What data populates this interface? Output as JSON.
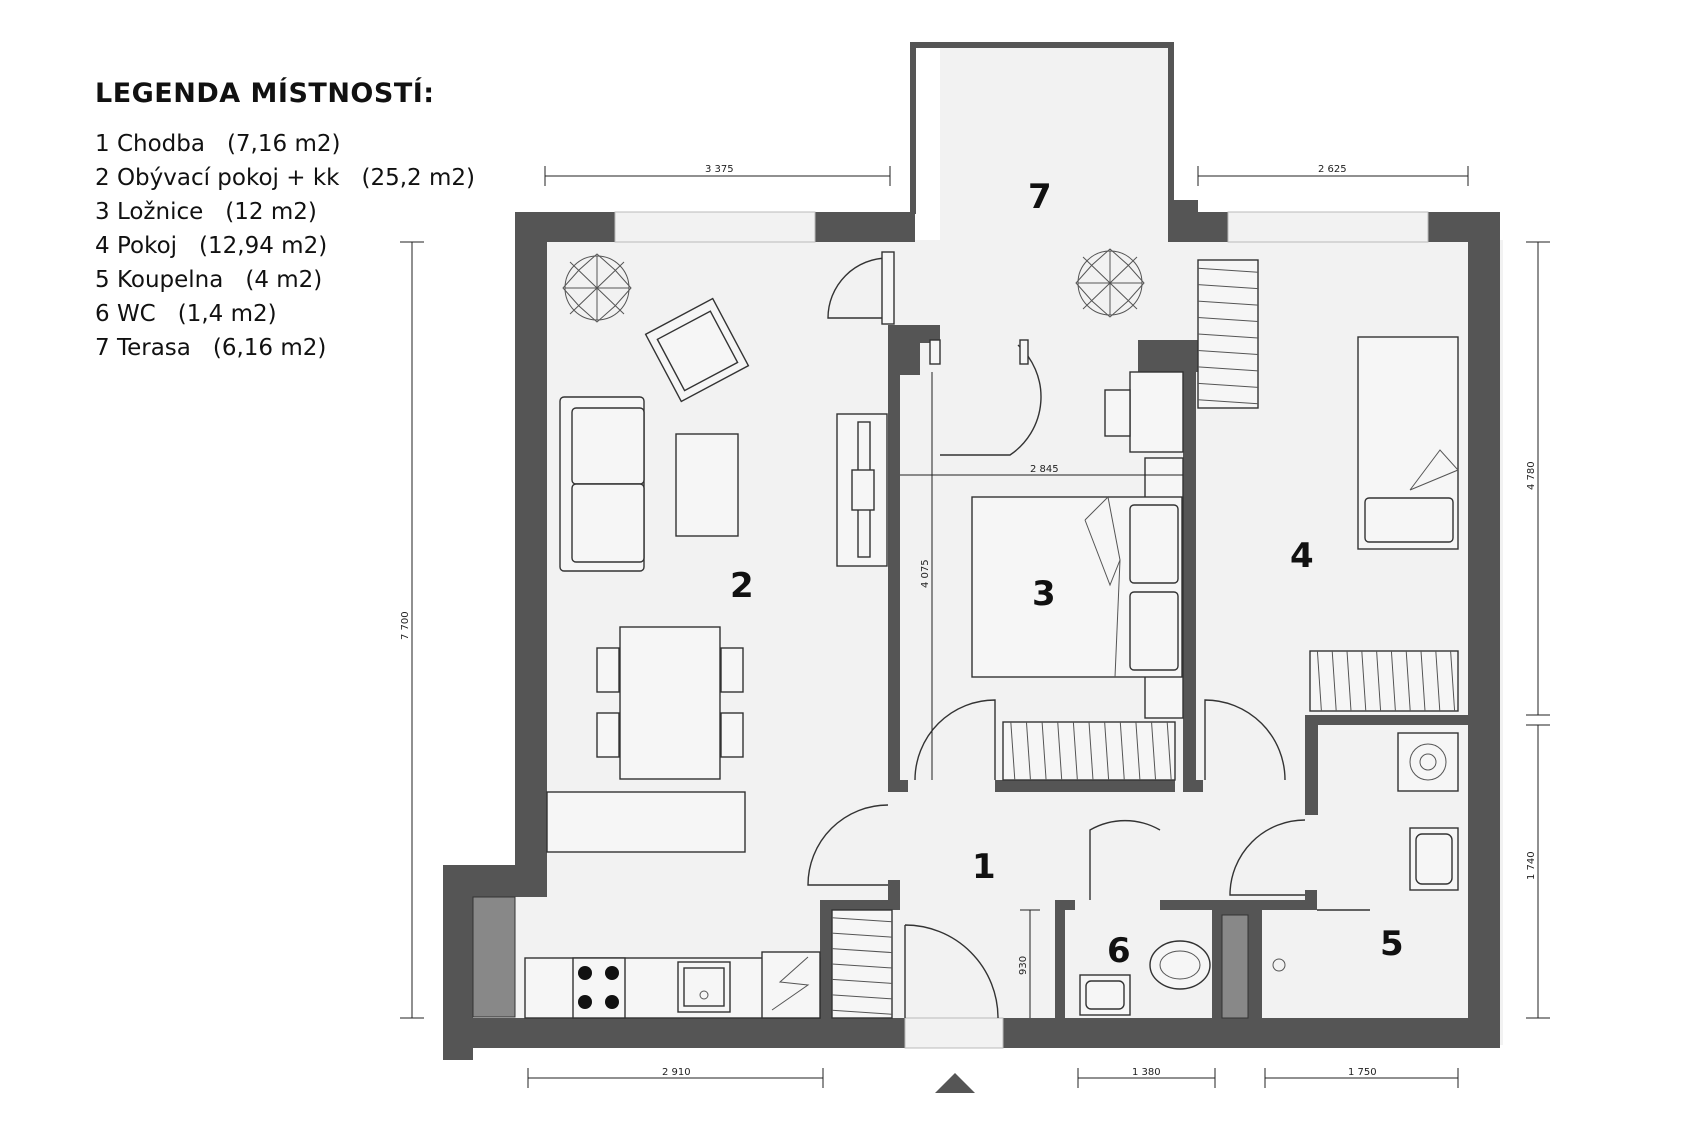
{
  "legend": {
    "title": "LEGENDA MÍSTNOSTÍ:",
    "items": [
      {
        "label": "1 Chodba",
        "area": "(7,16 m2)"
      },
      {
        "label": "2 Obývací pokoj + kk",
        "area": "(25,2 m2)"
      },
      {
        "label": "3 Ložnice",
        "area": "(12 m2)"
      },
      {
        "label": "4 Pokoj",
        "area": "(12,94 m2)"
      },
      {
        "label": "5 Koupelna",
        "area": "(4 m2)"
      },
      {
        "label": "6 WC",
        "area": "(1,4 m2)"
      },
      {
        "label": "7 Terasa",
        "area": "(6,16 m2)"
      }
    ]
  },
  "rooms": [
    "1",
    "2",
    "3",
    "4",
    "5",
    "6",
    "7"
  ],
  "dimensions": {
    "top_left": "3 375",
    "top_right": "2 625",
    "left_total": "7 700",
    "bedroom_width": "2 845",
    "bedroom_height": "4 075",
    "right_upper": "4 780",
    "right_lower": "1 740",
    "entry_height": "930",
    "bottom_left": "2 910",
    "bottom_wc": "1 380",
    "bottom_bath": "1 750"
  },
  "colors": {
    "wall": "#555555",
    "floor": "#f2f2f2",
    "line": "#333333"
  }
}
